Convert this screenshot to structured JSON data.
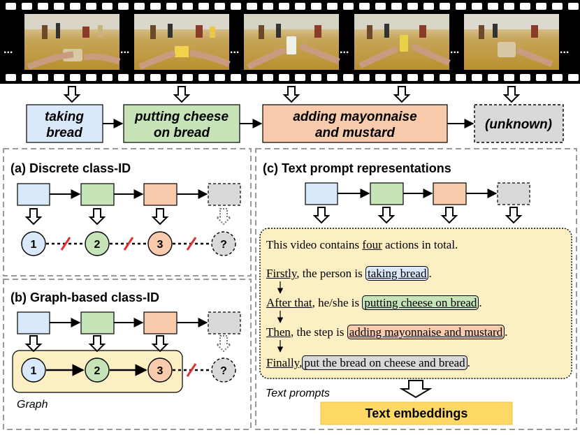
{
  "film": {
    "ellipsis": "..."
  },
  "steps": [
    {
      "line1": "taking",
      "line2": "bread"
    },
    {
      "line1": "putting cheese",
      "line2": "on bread"
    },
    {
      "line1": "adding mayonnaise",
      "line2": "and mustard"
    },
    {
      "line1": "(unknown)",
      "line2": ""
    }
  ],
  "panels": {
    "a_title": "(a) Discrete class-ID",
    "b_title": "(b) Graph-based class-ID",
    "c_title": "(c) Text prompt representations",
    "graph_label": "Graph",
    "node_labels": [
      "1",
      "2",
      "3",
      "?"
    ]
  },
  "prompts": {
    "intro_pre": "This video contains ",
    "intro_count": "four",
    "intro_post": " actions in total.",
    "l1_lead": "Firstly",
    "l1_mid": ", the person is ",
    "l1_action": "taking bread",
    "l1_end": ".",
    "l2_lead": "After that",
    "l2_mid": ", he/she is ",
    "l2_action": "putting cheese on bread",
    "l2_end": ".",
    "l3_lead": "Then",
    "l3_mid": ", the step is ",
    "l3_action": "adding mayonnaise and mustard",
    "l3_end": ".",
    "l4_lead": "Finally",
    "l4_mid": ",",
    "l4_action": "put the bread on cheese and bread",
    "l4_end": ".",
    "caption": "Text prompts",
    "embeddings": "Text embeddings"
  },
  "colors": {
    "blue": "#dae8fc",
    "green": "#c7e4b8",
    "orange": "#f8cbad",
    "gray": "#d9d9d9",
    "cream": "#fcefc4",
    "embed": "#ffd966",
    "strike": "#e03030"
  }
}
